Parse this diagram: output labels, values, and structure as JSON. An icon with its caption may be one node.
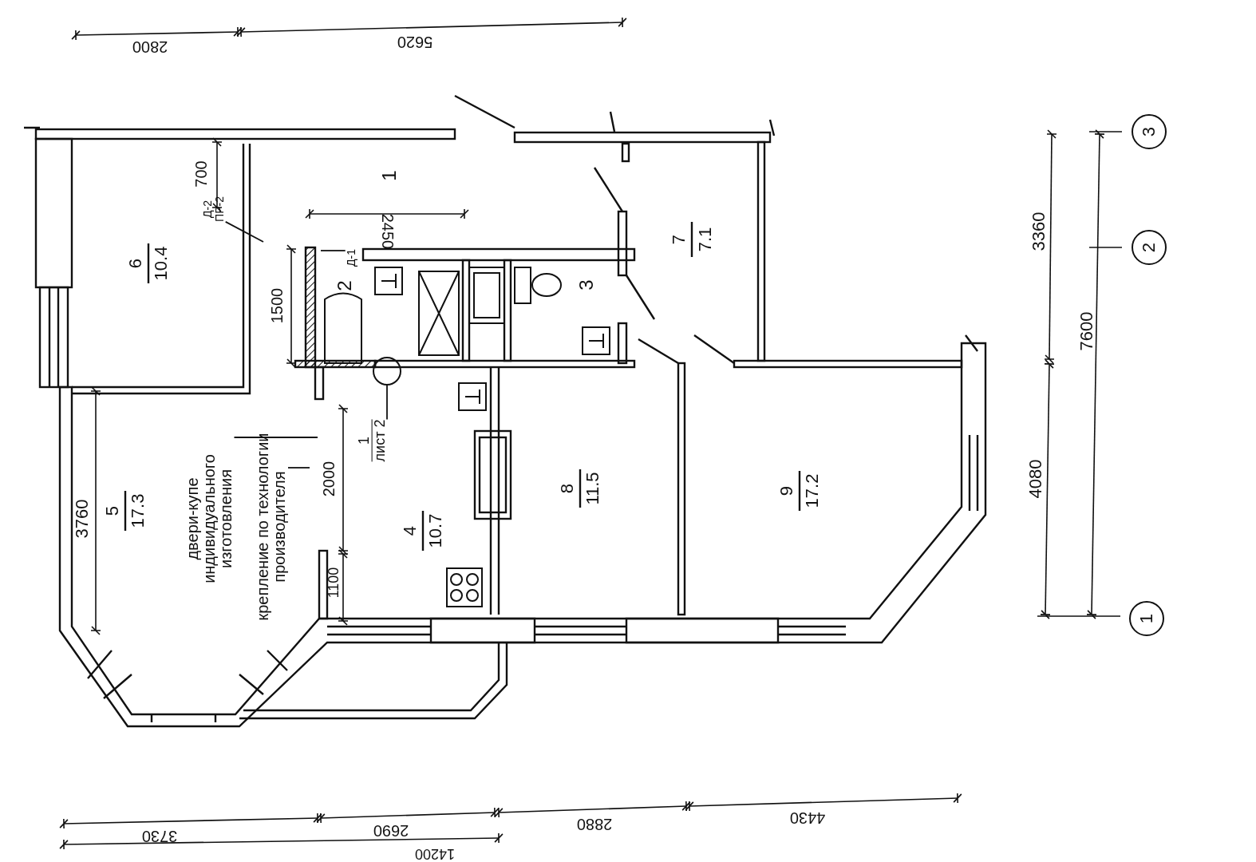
{
  "diagram": {
    "nodes": [
      {
        "text": [
          "двери-купе индивидуального изготовления"
        ]
      },
      {
        "text": [
          "крепление по технологии производителя"
        ]
      },
      {
        "text": [
          "Д-1"
        ]
      },
      {
        "text": [
          "Д-2",
          "ПР-2"
        ]
      },
      {
        "text": [],
        "shape": "circle"
      },
      {
        "text": [
          "1",
          "лист 2"
        ]
      },
      {
        "text": [
          "1"
        ]
      },
      {
        "text": [
          "2"
        ]
      },
      {
        "text": [
          "3"
        ]
      }
    ],
    "edges": [
      {
        "from": 0,
        "to": null,
        "arrow": "none"
      },
      {
        "from": 1,
        "to": null,
        "arrow": "none"
      },
      {
        "from": 2,
        "to": null,
        "arrow": "none"
      },
      {
        "from": 3,
        "to": null,
        "arrow": "none"
      },
      {
        "from": 5,
        "to": 4,
        "arrow": "none"
      }
    ],
    "labels": [
      "2800",
      "5620",
      "1",
      "700",
      "6",
      "10.4",
      "2450",
      "2",
      "1500",
      "7",
      "7.1",
      "3",
      "3360",
      "7600",
      "3760",
      "5",
      "17.3",
      "2000",
      "8",
      "11.5",
      "9",
      "17.2",
      "4080",
      "4",
      "10.7",
      "1100",
      "3730",
      "2690",
      "2880",
      "4430",
      "14200"
    ]
  }
}
